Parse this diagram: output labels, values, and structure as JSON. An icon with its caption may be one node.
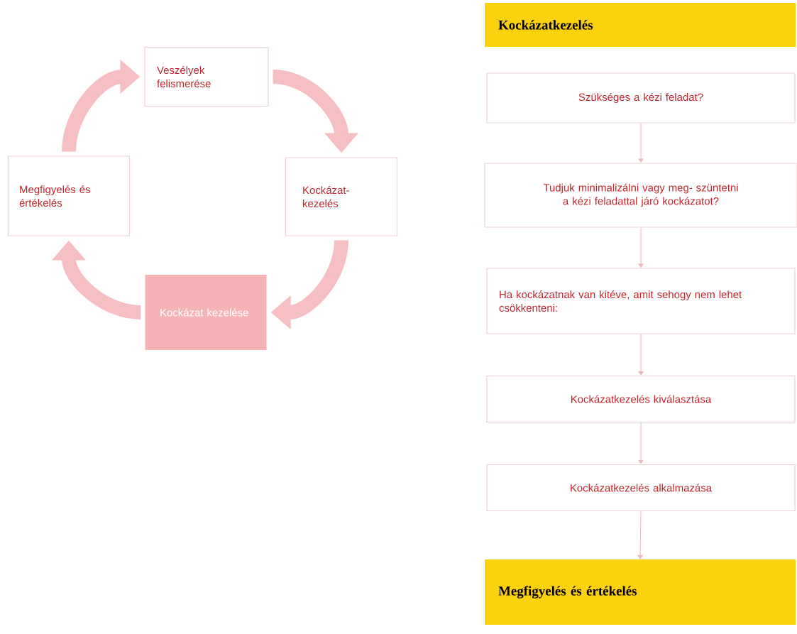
{
  "diagram": {
    "nodes": [
      {
        "text": [
          "Veszélyek felismerése"
        ]
      },
      {
        "text": [
          "Kockázat- kezelés"
        ]
      },
      {
        "text": [
          "Kockázat kezelése"
        ]
      },
      {
        "text": [
          "Megfigyelés és értékelés"
        ]
      },
      {
        "text": [
          "Kockázatkezelés"
        ]
      },
      {
        "text": [
          "Szükséges a kézi feladat?"
        ]
      },
      {
        "text": [
          "Tudjuk minimalizálni vagy meg- szüntetni a kézi feladattal járó kockázatot?"
        ]
      },
      {
        "text": [
          "Ha kockázatnak van kitéve, amit sehogy nem lehet csökkenteni:"
        ]
      },
      {
        "text": [
          "Kockázatkezelés kiválasztása"
        ]
      },
      {
        "text": [
          "Kockázatkezelés alkalmazása"
        ]
      },
      {
        "text": [
          "Megfigyelés és értékelés"
        ]
      }
    ],
    "edges": [
      {
        "from": 0,
        "to": 1,
        "arrow": "to",
        "style": "thick"
      },
      {
        "from": 1,
        "to": 2,
        "arrow": "to",
        "style": "thick"
      },
      {
        "from": 2,
        "to": 3,
        "arrow": "to",
        "style": "thick"
      },
      {
        "from": 3,
        "to": 0,
        "arrow": "to",
        "style": "thick"
      },
      {
        "from": 5,
        "to": 6,
        "arrow": "to"
      },
      {
        "from": 6,
        "to": 7,
        "arrow": "to"
      },
      {
        "from": 7,
        "to": 8,
        "arrow": "to"
      },
      {
        "from": 8,
        "to": 9,
        "arrow": "to"
      },
      {
        "from": 9,
        "to": 10,
        "arrow": "to"
      }
    ]
  }
}
